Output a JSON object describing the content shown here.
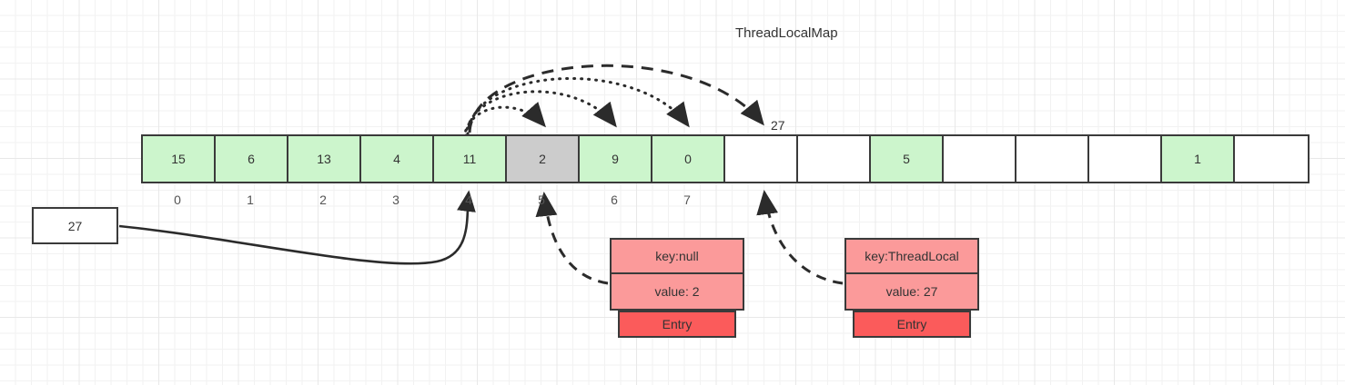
{
  "title": "ThreadLocalMap",
  "array": {
    "cells": [
      {
        "value": "15",
        "style": "green"
      },
      {
        "value": "6",
        "style": "green"
      },
      {
        "value": "13",
        "style": "green"
      },
      {
        "value": "4",
        "style": "green"
      },
      {
        "value": "11",
        "style": "green"
      },
      {
        "value": "2",
        "style": "gray"
      },
      {
        "value": "9",
        "style": "green"
      },
      {
        "value": "0",
        "style": "green"
      },
      {
        "value": "",
        "style": "white"
      },
      {
        "value": "",
        "style": "white"
      },
      {
        "value": "5",
        "style": "green"
      },
      {
        "value": "",
        "style": "white"
      },
      {
        "value": "",
        "style": "white"
      },
      {
        "value": "",
        "style": "white"
      },
      {
        "value": "1",
        "style": "green"
      },
      {
        "value": "",
        "style": "white"
      }
    ],
    "indices": [
      "0",
      "1",
      "2",
      "3",
      "4",
      "5",
      "6",
      "7"
    ]
  },
  "slot8_label": "27",
  "value_box": {
    "value": "27"
  },
  "entries": [
    {
      "key": "key:null",
      "value": "value: 2",
      "tag": "Entry"
    },
    {
      "key": "key:ThreadLocal",
      "value": "value: 27",
      "tag": "Entry"
    }
  ],
  "colors": {
    "cell_green": "#ccf5cc",
    "cell_gray": "#cccccc",
    "entry_field": "#fb9a9a",
    "entry_tag": "#fb5b5b",
    "stroke": "#3a3a3a",
    "grid": "#e8e8e8"
  }
}
